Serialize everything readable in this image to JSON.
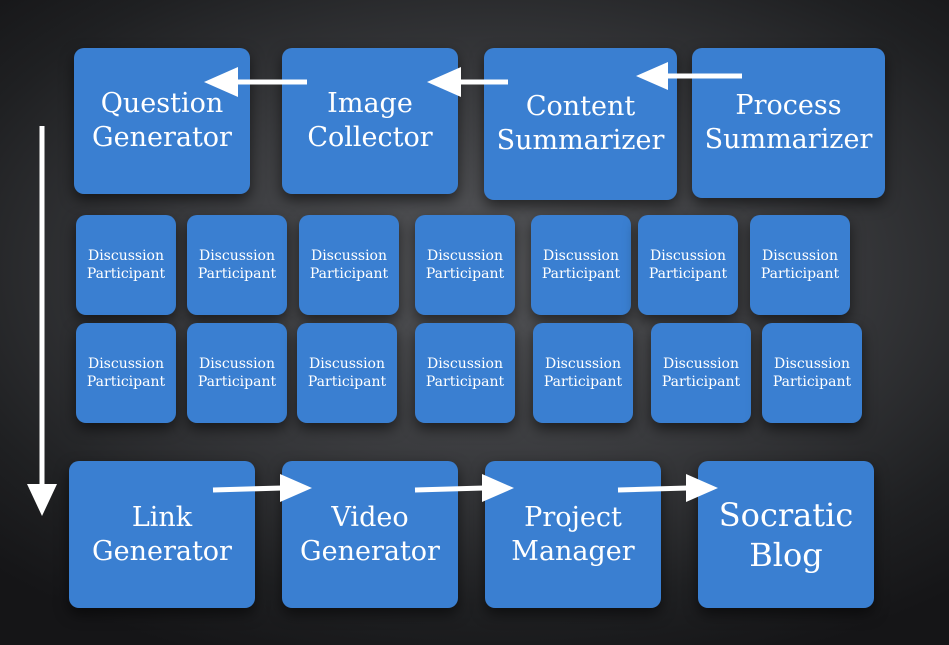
{
  "top_row": [
    {
      "line1": "Question",
      "line2": "Generator"
    },
    {
      "line1": "Image",
      "line2": "Collector"
    },
    {
      "line1": "Content",
      "line2": "Summarizer"
    },
    {
      "line1": "Process",
      "line2": "Summarizer"
    }
  ],
  "participant_row_1": [
    {
      "line1": "Discussion",
      "line2": "Participant"
    },
    {
      "line1": "Discussion",
      "line2": "Participant"
    },
    {
      "line1": "Discussion",
      "line2": "Participant"
    },
    {
      "line1": "Discussion",
      "line2": "Participant"
    },
    {
      "line1": "Discussion",
      "line2": "Participant"
    },
    {
      "line1": "Discussion",
      "line2": "Participant"
    },
    {
      "line1": "Discussion",
      "line2": "Participant"
    }
  ],
  "participant_row_2": [
    {
      "line1": "Discussion",
      "line2": "Participant"
    },
    {
      "line1": "Discussion",
      "line2": "Participant"
    },
    {
      "line1": "Discussion",
      "line2": "Participant"
    },
    {
      "line1": "Discussion",
      "line2": "Participant"
    },
    {
      "line1": "Discussion",
      "line2": "Participant"
    },
    {
      "line1": "Discussion",
      "line2": "Participant"
    },
    {
      "line1": "Discussion",
      "line2": "Participant"
    }
  ],
  "bottom_row": [
    {
      "line1": "Link",
      "line2": "Generator"
    },
    {
      "line1": "Video",
      "line2": "Generator"
    },
    {
      "line1": "Project",
      "line2": "Manager"
    },
    {
      "line1": "Socratic",
      "line2": "Blog"
    }
  ],
  "colors": {
    "box_fill": "#3a7fd1",
    "arrow": "#ffffff",
    "background": "#3a3b3e"
  }
}
